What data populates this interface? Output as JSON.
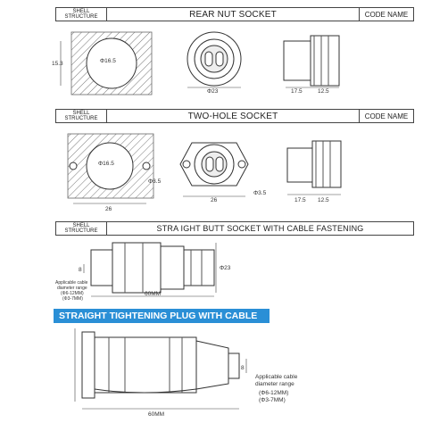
{
  "sections": [
    {
      "label_line1": "SHELL",
      "label_line2": "STRUCTURE",
      "title": "REAR NUT SOCKET",
      "code": "CODE NAME"
    },
    {
      "label_line1": "SHELL",
      "label_line2": "STRUCTURE",
      "title": "TWO-HOLE SOCKET",
      "code": "CODE NAME"
    },
    {
      "label_line1": "SHELL",
      "label_line2": "STRUCTURE",
      "title": "STRA   IGHT BUTT SOCKET WITH CABLE FASTENING",
      "code": ""
    }
  ],
  "banner": "STRAIGHT TIGHTENING PLUG WITH CABLE",
  "dims": {
    "d1_dia": "Φ16.5",
    "d1_h": "15.3",
    "d1_face": "Φ23",
    "d1_l1": "17.5",
    "d1_l2": "12.5",
    "d2_dia": "Φ16.5",
    "d2_hole": "Φ3.5",
    "d2_w": "26",
    "d2_face": "26",
    "d2_hole2": "Φ3.5",
    "d2_l1": "17.5",
    "d2_l2": "12.5",
    "d3_8": "8",
    "d3_dia": "Φ23",
    "d3_len": "60MM",
    "d3_cable1": "Applicable cable",
    "d3_cable2": "diameter range",
    "d3_cable3": "(Φ6-12MM)",
    "d3_cable4": "(Φ3-7MM)",
    "d4_8": "8",
    "d4_cable1": "Applicable cable",
    "d4_cable2": "diameter range",
    "d4_cable3": "(Φ6-12MM)",
    "d4_cable4": "(Φ3-7MM)",
    "d4_len": "60MM"
  }
}
